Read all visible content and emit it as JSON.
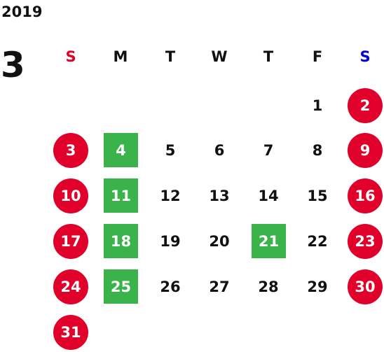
{
  "year": "2019",
  "month": "3",
  "colors": {
    "holiday": "#e0002a",
    "highlight": "#3ab34a",
    "sunday_header": "#e0002a",
    "saturday_header": "#0000d8",
    "text": "#111111"
  },
  "weekdays": [
    "S",
    "M",
    "T",
    "W",
    "T",
    "F",
    "S"
  ],
  "weeks": [
    [
      null,
      null,
      null,
      null,
      null,
      "1",
      "2"
    ],
    [
      "3",
      "4",
      "5",
      "6",
      "7",
      "8",
      "9"
    ],
    [
      "10",
      "11",
      "12",
      "13",
      "14",
      "15",
      "16"
    ],
    [
      "17",
      "18",
      "19",
      "20",
      "21",
      "22",
      "23"
    ],
    [
      "24",
      "25",
      "26",
      "27",
      "28",
      "29",
      "30"
    ],
    [
      "31",
      null,
      null,
      null,
      null,
      null,
      null
    ]
  ],
  "holiday_days": [
    "2",
    "3",
    "9",
    "10",
    "16",
    "17",
    "23",
    "24",
    "30",
    "31"
  ],
  "highlighted_days": [
    "4",
    "11",
    "18",
    "21",
    "25"
  ]
}
